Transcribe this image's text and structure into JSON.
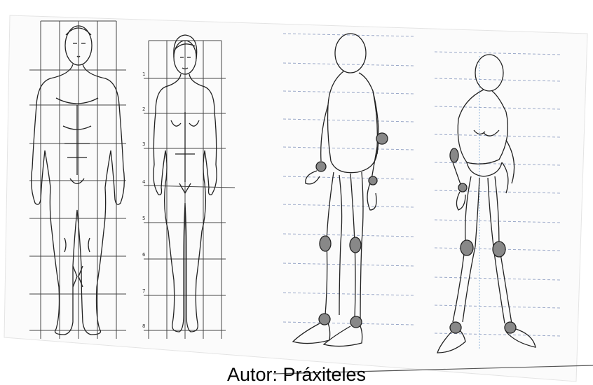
{
  "image": {
    "subject": "human body proportion sketches",
    "figures": [
      "male-front-proportion",
      "female-front-proportion",
      "mannequin-back-three-quarter",
      "mannequin-front-three-quarter"
    ],
    "scale_marks": [
      "1",
      "2",
      "3",
      "4",
      "5",
      "6",
      "7",
      "8"
    ]
  },
  "caption": "Autor: Práxiteles"
}
